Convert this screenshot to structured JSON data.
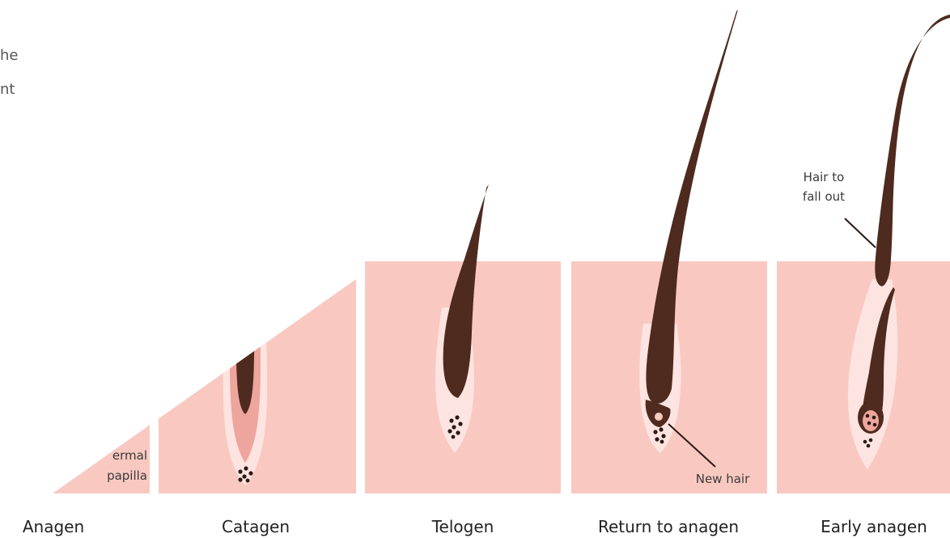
{
  "side_text": {
    "line1": "he",
    "line2": "nt"
  },
  "stages": [
    {
      "label": "Anagen"
    },
    {
      "label": "Catagen"
    },
    {
      "label": "Telogen"
    },
    {
      "label": "Return to anagen"
    },
    {
      "label": "Early anagen"
    }
  ],
  "annotations": {
    "dermal_papilla_line1": "ermal",
    "dermal_papilla_line2": "papilla",
    "new_hair": "New hair",
    "hair_to_fall_out_line1": "Hair to",
    "hair_to_fall_out_line2": "fall out"
  },
  "colors": {
    "skin": "#f9c9c1",
    "follicle_sheath": "#fde4e0",
    "papilla_pink": "#eda59d",
    "hair": "#4e2a1f",
    "dots": "#2a1a14",
    "background": "#ffffff"
  }
}
